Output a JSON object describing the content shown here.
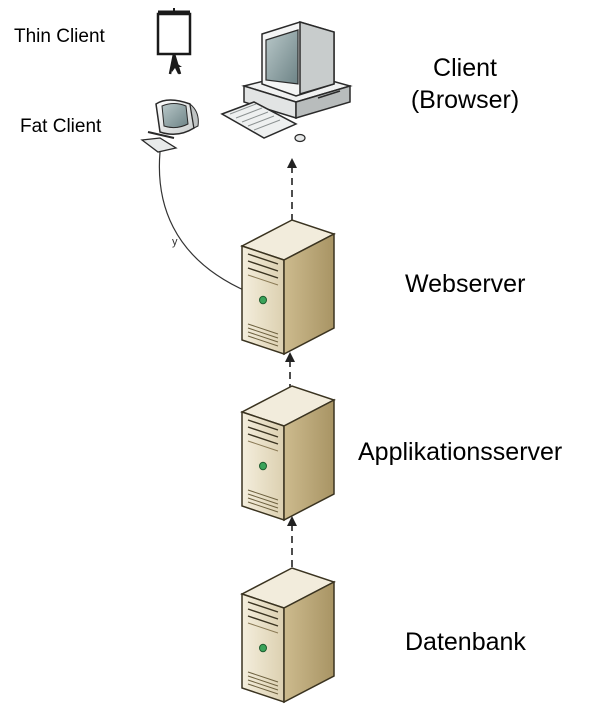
{
  "labels": {
    "thin_client": "Thin Client",
    "fat_client": "Fat Client",
    "client_line1": "Client",
    "client_line2": "(Browser)",
    "webserver": "Webserver",
    "appserver": "Applikationsserver",
    "database": "Datenbank",
    "connector_mark": "y"
  },
  "colors": {
    "server_light": "#efe7d3",
    "server_mid": "#d9ccaa",
    "server_dark": "#b7a57a",
    "server_outline": "#3a3320",
    "led": "#3aa35a",
    "monitor_body": "#eef0f0",
    "screen": "#8fa3a6",
    "connector": "#333333"
  },
  "icons": [
    "thin-client-icon",
    "fat-client-icon",
    "desktop-computer-icon",
    "server-icon"
  ]
}
